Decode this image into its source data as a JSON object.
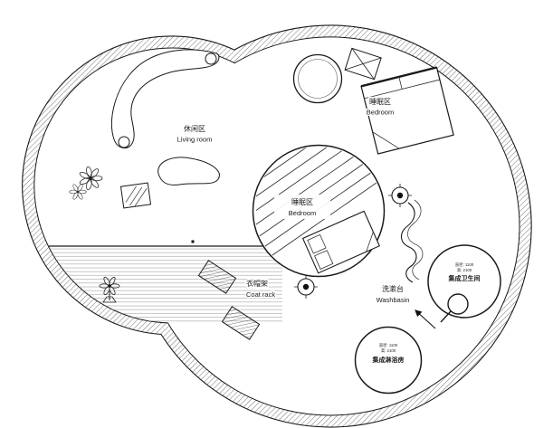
{
  "plan": {
    "living_room": {
      "zh": "休闲区",
      "en": "Living room"
    },
    "bedroom_upper": {
      "zh": "睡眠区",
      "en": "Bedroom"
    },
    "bedroom_pod": {
      "zh": "睡眠区",
      "en": "Bedroom"
    },
    "coat_rack": {
      "zh": "衣帽架",
      "en": "Coat rack"
    },
    "washbasin": {
      "zh": "洗漱台",
      "en": "Washbasin"
    },
    "bathroom_pod": {
      "title": "集成卫生间",
      "dim_line1": "直径: 1100",
      "dim_line2": "高: 2100"
    },
    "shower_pod": {
      "title": "集成淋浴房",
      "dim_line1": "直径: 1100",
      "dim_line2": "高: 2100"
    },
    "colors": {
      "line": "#1a1a1a",
      "background": "#ffffff",
      "hatch": "#3a3a3a",
      "floor_stripe": "#9a9a9a"
    }
  }
}
